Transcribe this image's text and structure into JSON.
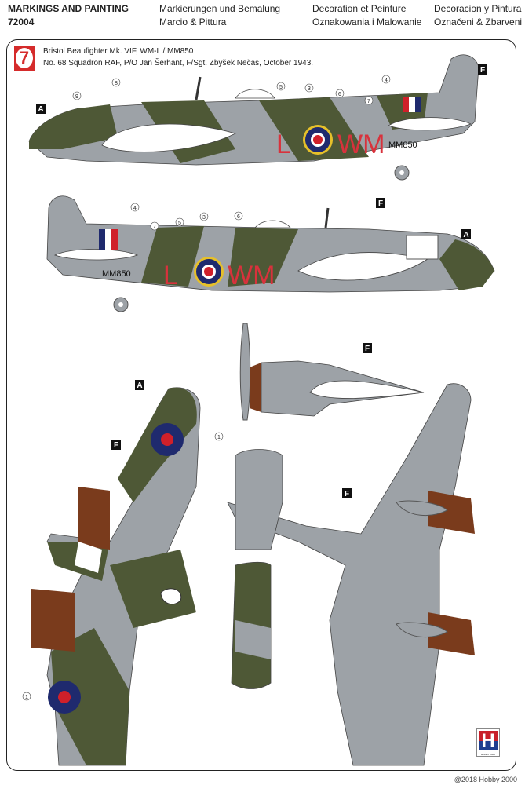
{
  "header": {
    "en_title": "MARKINGS AND PAINTING",
    "kit_number": "72004",
    "de": "Markierungen und Bemalung",
    "it": "Marcio & Pittura",
    "fr": "Decoration et Peinture",
    "pl": "Oznakowania i Malowanie",
    "es": "Decoracion y Pintura",
    "cz": "Označeni & Zbarveni"
  },
  "scheme": {
    "number": "7",
    "line1": "Bristol Beaufighter Mk. VIF, WM-L / MM850",
    "line2": "No. 68 Squadron RAF, P/O Jan Šerhant, F/Sgt. Zbyšek Nečas, October 1943."
  },
  "markings": {
    "code_left": "L",
    "code_right": "WM",
    "serial": "MM850"
  },
  "callouts": {
    "A": "A",
    "F": "F",
    "n1": "1",
    "n3": "3",
    "n4": "4",
    "n5": "5",
    "n6": "6",
    "n7": "7",
    "n8": "8",
    "n9": "9"
  },
  "colors": {
    "ocean_grey": "#9da2a7",
    "dark_green": "#4e5836",
    "roundel_blue": "#1f2a6e",
    "roundel_red": "#d0202a",
    "roundel_yellow": "#e6c02a",
    "code_red": "#d8323c",
    "propeller_brown": "#7a3b1c"
  },
  "logo": {
    "letter": "H",
    "text": "HOBBY 2000"
  },
  "footer": {
    "copyright": "@2018 Hobby 2000"
  }
}
